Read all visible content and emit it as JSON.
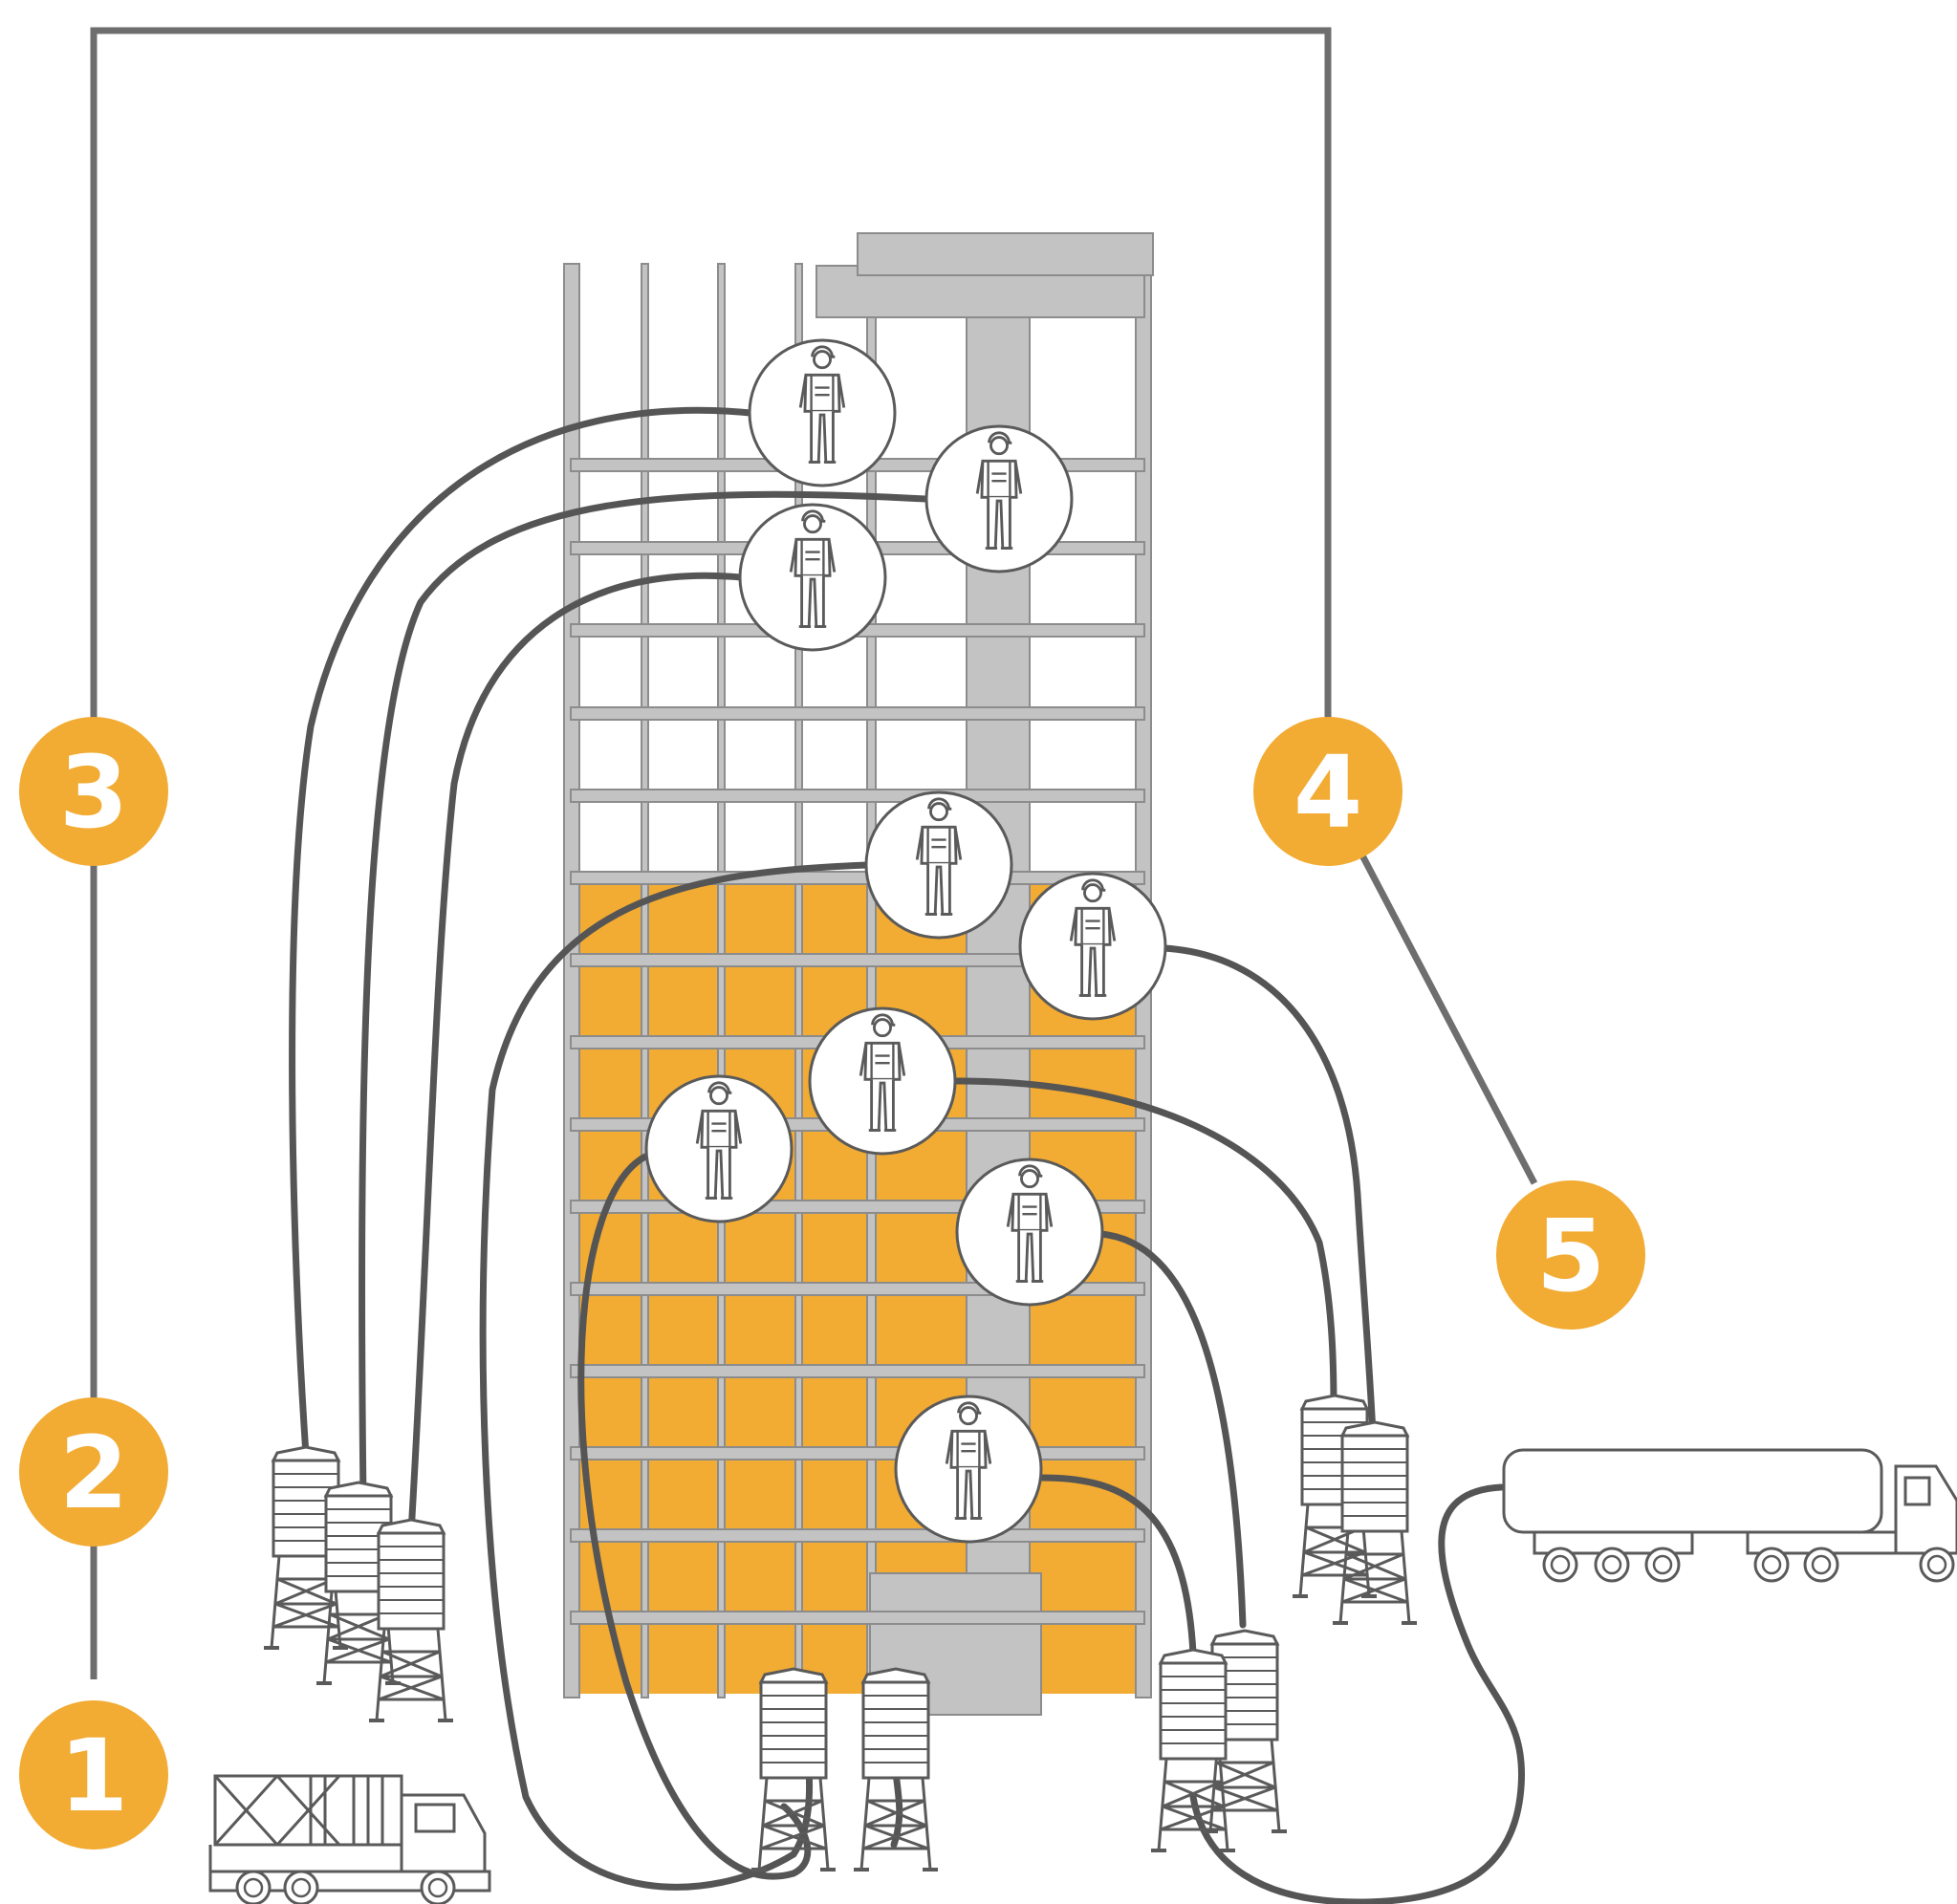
{
  "colors": {
    "accent": "#F2AB33",
    "line": "#666666",
    "hose": "#555555",
    "structure": "#BFBFBF",
    "structure_stroke": "#8C8C8C",
    "outline": "#5A5A5A",
    "background": "#FFFFFF"
  },
  "steps": [
    {
      "id": "1",
      "label": "1"
    },
    {
      "id": "2",
      "label": "2"
    },
    {
      "id": "3",
      "label": "3"
    },
    {
      "id": "4",
      "label": "4"
    },
    {
      "id": "5",
      "label": "5"
    }
  ],
  "icons": {
    "worker": "worker-icon",
    "silo": "silo-icon",
    "mixer_truck": "concrete-mixer-truck-icon",
    "tanker_truck": "tanker-truck-icon"
  }
}
